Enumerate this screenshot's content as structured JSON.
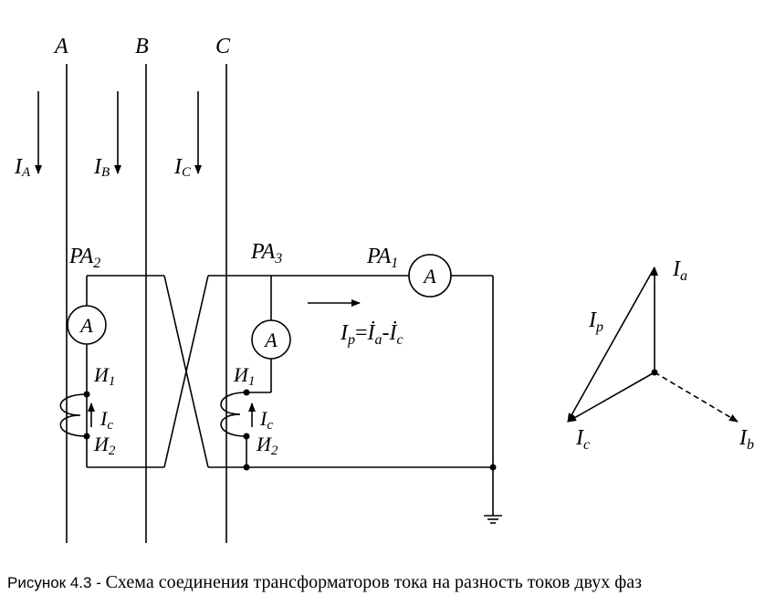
{
  "phases": {
    "a": "A",
    "b": "B",
    "c": "C"
  },
  "phase_currents": {
    "a": {
      "main": "I",
      "sub": "A"
    },
    "b": {
      "main": "I",
      "sub": "B"
    },
    "c": {
      "main": "I",
      "sub": "C"
    }
  },
  "ammeters": {
    "pa2": {
      "main": "PA",
      "sub": "2"
    },
    "pa3": {
      "main": "PA",
      "sub": "3"
    },
    "pa1": {
      "main": "PA",
      "sub": "1"
    },
    "symbol": "A"
  },
  "ct_terminals": {
    "start": {
      "main": "И",
      "sub": "1"
    },
    "end": {
      "main": "И",
      "sub": "2"
    },
    "current": {
      "main": "I",
      "sub": "c"
    }
  },
  "formula": {
    "lhs_main": "I",
    "lhs_sub": "p",
    "eq": "=",
    "t1_main": "İ",
    "t1_sub": "a",
    "minus": "-",
    "t2_main": "İ",
    "t2_sub": "c"
  },
  "vector_diagram": {
    "ia": {
      "main": "I",
      "sub": "a"
    },
    "ib": {
      "main": "I",
      "sub": "b"
    },
    "ic": {
      "main": "I",
      "sub": "c"
    },
    "ip": {
      "main": "I",
      "sub": "p"
    }
  },
  "caption": {
    "prefix": "Рисунок 4.3 - ",
    "text": "Схема соединения трансформаторов тока на разность токов двух фаз"
  }
}
